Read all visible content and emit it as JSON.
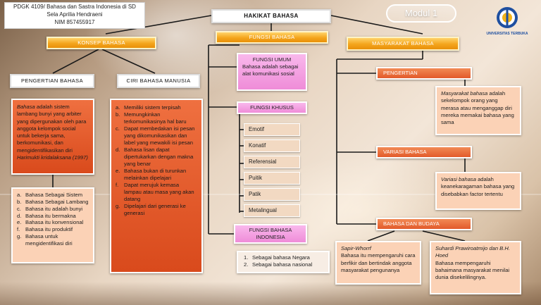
{
  "header": {
    "course": "PDGK 4109/ Bahasa dan Sastra Indonesia di SD",
    "author": "Sela Aprilia Hendraeni",
    "nim": "NIM 857455917",
    "module": "Modul 1",
    "logo_text": "UNIVERSITAS TERBUKA"
  },
  "nodes": {
    "hakikat": "HAKIKAT BAHASA",
    "fungsi": "FUNGSI BAHASA",
    "konsep": "KONSEP BAHASA",
    "masyarakat": "MASYARAKAT BAHASA",
    "pengertian_bahasa": "PENGERTIAN BAHASA",
    "ciri": "CIRI BAHASA MANUSIA",
    "fungsi_umum_title": "FUNGSI UMUM",
    "fungsi_umum_text": "Bahasa adalah sebagai alat komunikasi sosial",
    "fungsi_khusus": "FUNGSI KHUSUS",
    "fungsi_indonesia": "FUNGSI BAHASA INDONESIA",
    "pengertian": "PENGERTIAN",
    "variasi": "VARIASI BAHASA",
    "budaya": "BAHASA DAN BUDAYA"
  },
  "definition": {
    "term": "Bahasa",
    "text": " adalah sistem lambang bunyi yang arbiter yang dipergunakan oleh para anggota kelompok social untuk bekerja sama, berkomunikasi, dan mengidentifikasikan diri ",
    "source": "Harimukti kridalaksana (1997)"
  },
  "nature_list": [
    {
      "n": "a.",
      "t": "Bahasa Sebagai Sistem"
    },
    {
      "n": "b.",
      "t": "Bahasa Sebagai Lambang"
    },
    {
      "n": "c.",
      "t": "Bahasa itu adalah bunyi"
    },
    {
      "n": "d.",
      "t": "Bahasa itu bermakna"
    },
    {
      "n": "e.",
      "t": "Bahasa itu konvensional"
    },
    {
      "n": "f.",
      "t": "Bahasa itu produktif"
    },
    {
      "n": "g.",
      "t": "Bahasa untuk mengidentifikasi diri"
    }
  ],
  "ciri_list": [
    {
      "n": "a.",
      "t": "Memiliki sistem terpisah"
    },
    {
      "n": "b.",
      "t": "Memungkinkan terkomunikasinya hal baru"
    },
    {
      "n": "c.",
      "t": "Dapat membedakan isi pesan yang dikomunikasikan dan label yang mewakili isi pesan"
    },
    {
      "n": "d.",
      "t": "Bahasa lisan dapat dipertukarkan dengan makna yang benar"
    },
    {
      "n": "e.",
      "t": "Bahasa bukan di turunkan melainkan dipelajari"
    },
    {
      "n": "f.",
      "t": "Dapat merujuk kemasa lampau atau masa yang akan datang"
    },
    {
      "n": "g.",
      "t": "Dipelajari dari generasi ke generasi"
    }
  ],
  "fungsi_khusus_items": [
    "Emotif",
    "Konatif",
    "Referensial",
    "Puitik",
    "Patik",
    "Metalingual"
  ],
  "fungsi_indonesia_items": [
    {
      "n": "1.",
      "t": "Sebagai bahasa Negara"
    },
    {
      "n": "2.",
      "t": "Sebagai bahasa nasional"
    }
  ],
  "masyarakat_def": {
    "term": "Masyarakat bahasa",
    "text": " adalah sekelompok orang yang merasa atau menganggap diri mereka memakai bahasa yang sama"
  },
  "variasi_def": {
    "term": "Variasi bahasa",
    "text": " adalah keanekaragaman bahasa yang disebabkan factor tertentu"
  },
  "sapir": {
    "name": "Sapir-Whorrf",
    "text": "Bahasa itu mempengaruhi cara berfikir dan bertindak anggota masyarakat pengunanya"
  },
  "suhardi": {
    "name": "Suhardi Prawiroatmijo dan B.H. Hoed",
    "text": "Bahasa mempengaruhi bahaimana masyarakat menilai dunia disekelilingnya."
  },
  "colors": {
    "gold": "#f4a51c",
    "orange": "#e25a2a",
    "peach": "#fbd2b6",
    "pink": "#ef8cd8",
    "line": "#1a1a1a"
  }
}
